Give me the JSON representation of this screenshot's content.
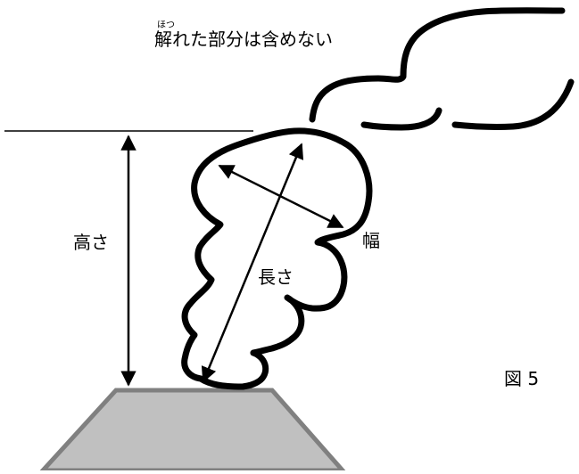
{
  "annotation": {
    "ruby": "ほつ",
    "text": "解れた部分は含めない"
  },
  "labels": {
    "height": "高さ",
    "length": "長さ",
    "width": "幅",
    "figure": "図 5"
  },
  "colors": {
    "stroke": "#000000",
    "volcano_fill": "#c0c0c0",
    "volcano_edge": "#808080"
  }
}
